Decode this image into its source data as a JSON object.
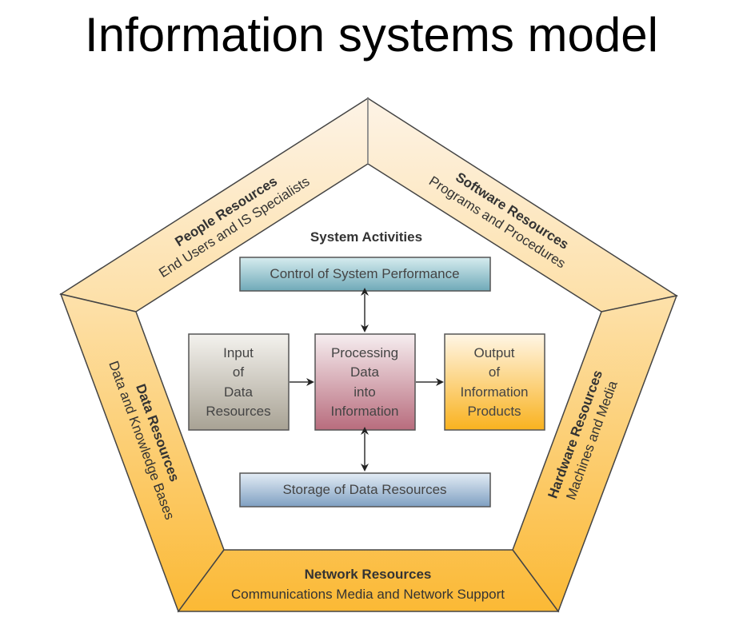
{
  "title": "Information systems model",
  "diagram": {
    "center_heading": "System Activities",
    "resources": {
      "people": {
        "name": "People Resources",
        "desc": "End Users and IS Specialists"
      },
      "software": {
        "name": "Software Resources",
        "desc": "Programs and Procedures"
      },
      "data": {
        "name": "Data Resources",
        "desc": "Data and Knowledge Bases"
      },
      "hardware": {
        "name": "Hardware Resources",
        "desc": "Machines and Media"
      },
      "network": {
        "name": "Network Resources",
        "desc": "Communications Media and Network Support"
      }
    },
    "activities": {
      "control": "Control of System Performance",
      "storage": "Storage of Data Resources",
      "input": [
        "Input",
        "of",
        "Data",
        "Resources"
      ],
      "processing": [
        "Processing",
        "Data",
        "into",
        "Information"
      ],
      "output": [
        "Output",
        "of",
        "Information",
        "Products"
      ]
    },
    "colors": {
      "frame_light": "#fdf0dc",
      "frame_mid": "#fcd98a",
      "frame_dark": "#fbbb3a",
      "control_box": "#8fbfc9",
      "storage_box": "#a8bfd8",
      "input_box": "#bdb8ac",
      "processing_box": "#c98a97",
      "output_box": "#fbc347"
    }
  }
}
